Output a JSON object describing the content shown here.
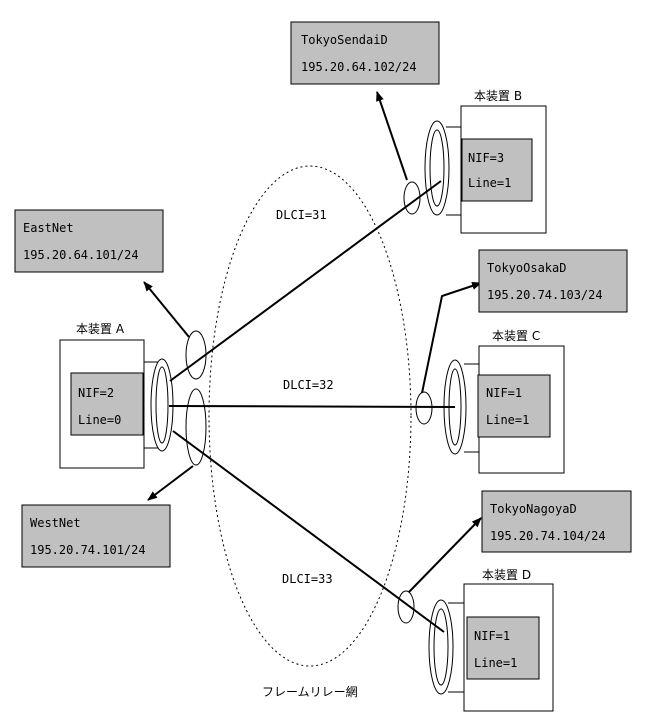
{
  "network": {
    "label": "フレームリレー網"
  },
  "dlci": {
    "b": "DLCI=31",
    "c": "DLCI=32",
    "d": "DLCI=33"
  },
  "devices": {
    "a": {
      "title": "本装置 A",
      "nif": "NIF=2",
      "line": "Line=0"
    },
    "b": {
      "title": "本装置 B",
      "nif": "NIF=3",
      "line": "Line=1"
    },
    "c": {
      "title": "本装置 C",
      "nif": "NIF=1",
      "line": "Line=1"
    },
    "d": {
      "title": "本装置 D",
      "nif": "NIF=1",
      "line": "Line=1"
    }
  },
  "nets": {
    "east": {
      "name": "EastNet",
      "addr": "195.20.64.101/24"
    },
    "west": {
      "name": "WestNet",
      "addr": "195.20.74.101/24"
    },
    "sendai": {
      "name": "TokyoSendaiD",
      "addr": "195.20.64.102/24"
    },
    "osaka": {
      "name": "TokyoOsakaD",
      "addr": "195.20.74.103/24"
    },
    "nagoya": {
      "name": "TokyoNagoyaD",
      "addr": "195.20.74.104/24"
    }
  }
}
